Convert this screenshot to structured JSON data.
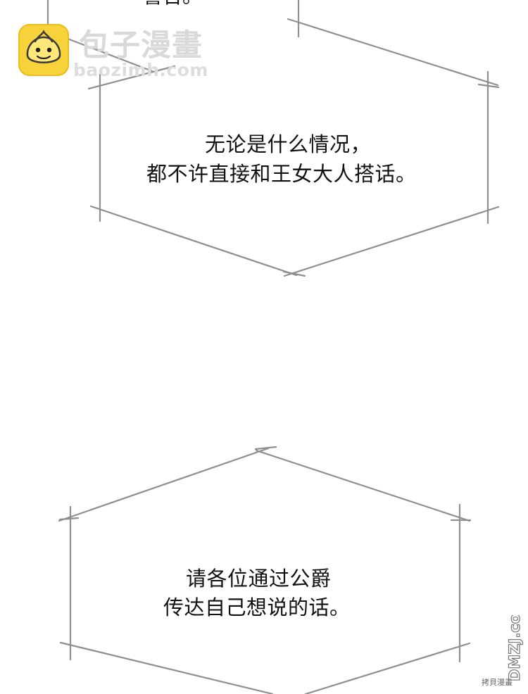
{
  "comic": {
    "cut_text": "警告。",
    "bubble_1": {
      "line_1": "无论是什么情况，",
      "line_2": "都不许直接和王女大人搭话。"
    },
    "bubble_2": {
      "line_1": "请各位通过公爵",
      "line_2": "传达自己想说的话。"
    }
  },
  "watermark": {
    "title": "包子漫畫",
    "domain": "baozimh.com",
    "side_brand": "DMZJ.com",
    "side_credit": "拷貝漫畫"
  },
  "colors": {
    "frame_stroke": "#8f8f8f",
    "logo_yellow": "#f7d23a",
    "watermark_gray": "#d9d9d9"
  },
  "icons": [
    "bun-logo-icon",
    "side-watermark-icon"
  ]
}
